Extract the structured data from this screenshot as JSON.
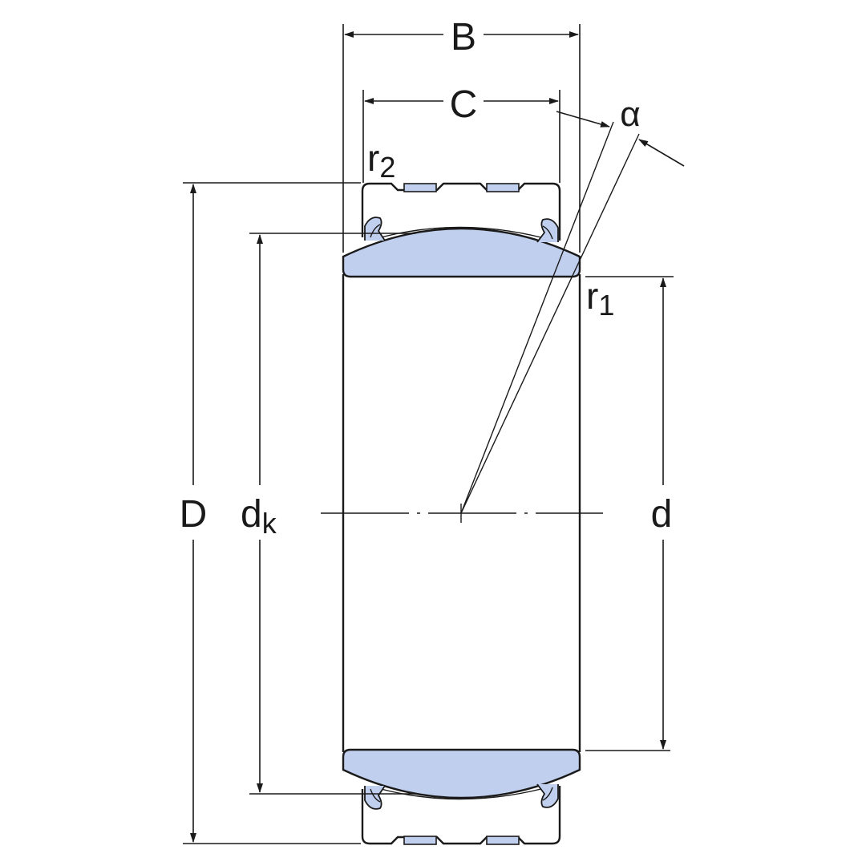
{
  "labels": {
    "B": "B",
    "C": "C",
    "alpha": "α",
    "r2": "r",
    "r2_sub": "2",
    "r1": "r",
    "r1_sub": "1",
    "D": "D",
    "dk": "d",
    "dk_sub": "k",
    "d": "d"
  },
  "colors": {
    "part_fill": "#c1cfee",
    "line": "#1a1a1a",
    "background": "#ffffff"
  }
}
